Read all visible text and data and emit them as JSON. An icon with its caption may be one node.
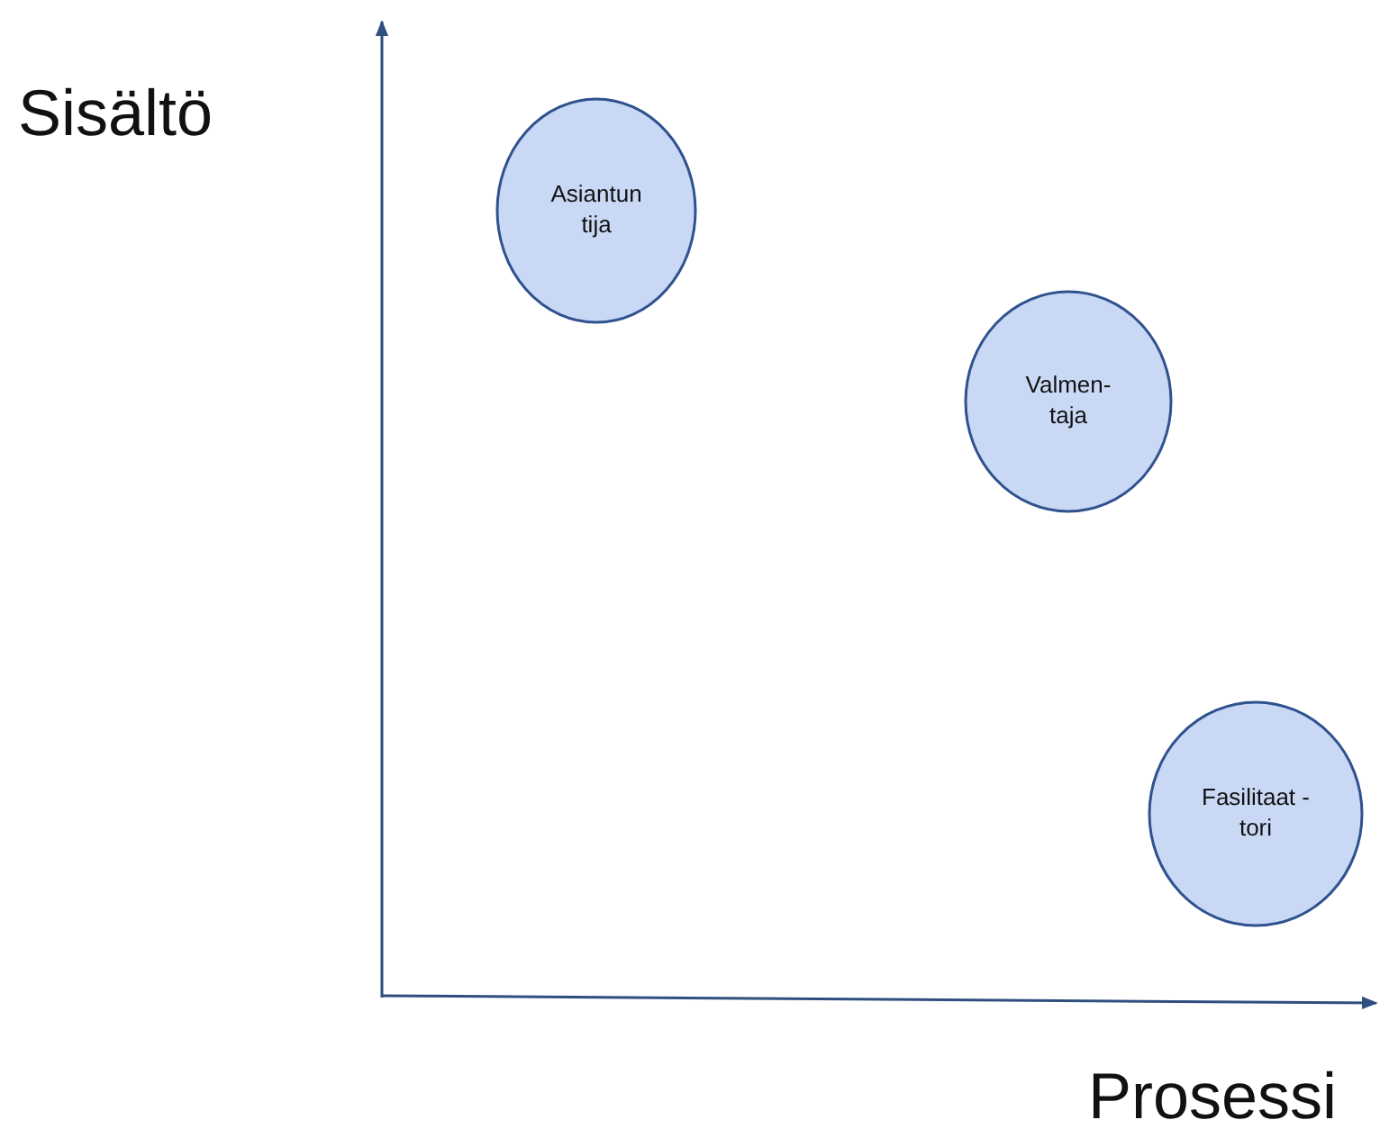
{
  "diagram": {
    "nodes": [
      {
        "text": [
          "Asiantun tija"
        ]
      },
      {
        "text": [
          "Valmen- taja"
        ]
      },
      {
        "text": [
          "Fasilitaat -tori"
        ]
      }
    ],
    "labels": [
      "Sisältö",
      "Prosessi"
    ]
  }
}
